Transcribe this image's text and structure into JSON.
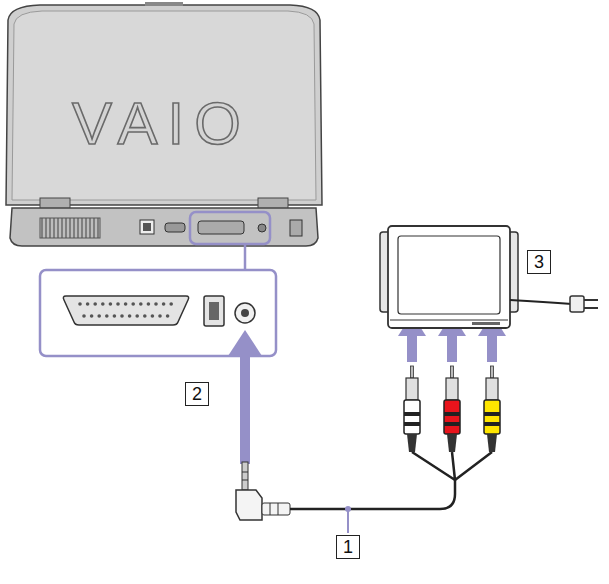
{
  "diagram": {
    "labels": [
      "VAIO",
      "3",
      "2",
      "1"
    ]
  }
}
